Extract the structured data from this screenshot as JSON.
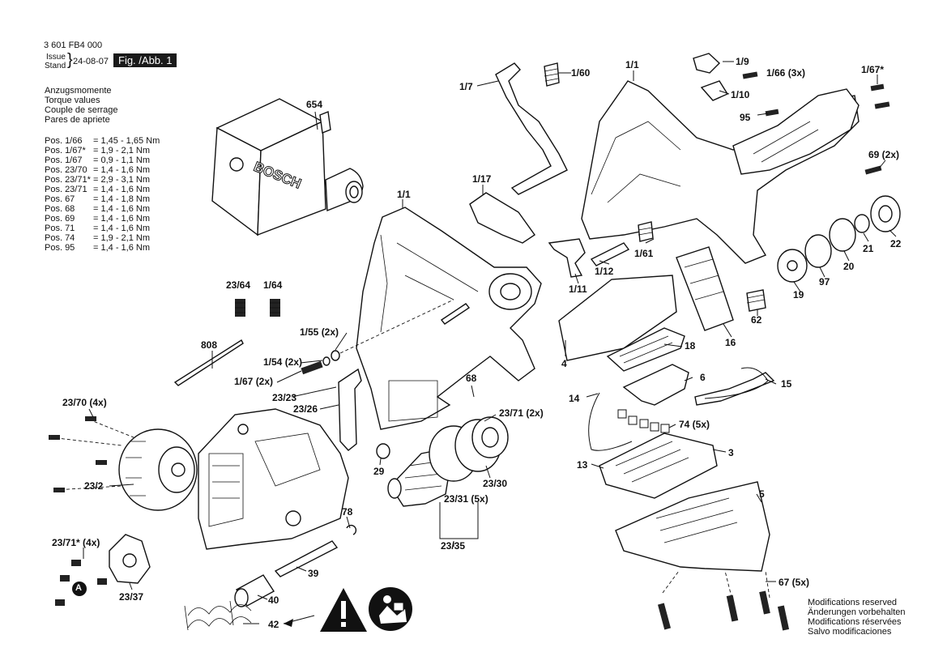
{
  "header": {
    "part_number": "3 601 FB4 000",
    "issue_label": "Issue",
    "stand_label": "Stand",
    "date": "24-08-07",
    "figure": "Fig. /Abb. 1"
  },
  "torque": {
    "titles": [
      "Anzugsmomente",
      "Torque values",
      "Couple de serrage",
      "Pares de apriete"
    ],
    "rows": [
      {
        "pos": "Pos. 1/66",
        "value": "= 1,45 - 1,65 Nm"
      },
      {
        "pos": "Pos. 1/67*",
        "value": "= 1,9 - 2,1 Nm"
      },
      {
        "pos": "Pos. 1/67",
        "value": "= 0,9 - 1,1 Nm"
      },
      {
        "pos": "Pos. 23/70",
        "value": "= 1,4 - 1,6 Nm"
      },
      {
        "pos": "Pos. 23/71*",
        "value": "= 2,9 - 3,1 Nm"
      },
      {
        "pos": "Pos. 23/71",
        "value": "= 1,4 - 1,6 Nm"
      },
      {
        "pos": "Pos. 67",
        "value": "= 1,4 - 1,8 Nm"
      },
      {
        "pos": "Pos. 68",
        "value": "= 1,4 - 1,6 Nm"
      },
      {
        "pos": "Pos. 69",
        "value": "= 1,4 - 1,6 Nm"
      },
      {
        "pos": "Pos. 71",
        "value": "= 1,4 - 1,6 Nm"
      },
      {
        "pos": "Pos. 74",
        "value": "= 1,9 - 2,1 Nm"
      },
      {
        "pos": "Pos. 95",
        "value": "= 1,4 - 1,6 Nm"
      }
    ]
  },
  "brand_on_part": "BOSCH",
  "callouts": {
    "c654": "654",
    "c1_7": "1/7",
    "c1_60": "1/60",
    "c1_1_top": "1/1",
    "c1_9": "1/9",
    "c1_66": "1/66 (3x)",
    "c1_67s": "1/67*",
    "c1_10": "1/10",
    "c95": "95",
    "c69": "69 (2x)",
    "c1_17": "1/17",
    "c1_1_mid": "1/1",
    "c22": "22",
    "c21": "21",
    "c20": "20",
    "c97": "97",
    "c19": "19",
    "c62": "62",
    "c1_61": "1/61",
    "c1_12": "1/12",
    "c1_11": "1/11",
    "c4": "4",
    "c18": "18",
    "c16": "16",
    "c23_64": "23/64",
    "c1_64": "1/64",
    "c1_55": "1/55 (2x)",
    "c808": "808",
    "c1_54": "1/54 (2x)",
    "c1_67_2x": "1/67 (2x)",
    "c23_23": "23/23",
    "c23_26": "23/26",
    "c68": "68",
    "c6": "6",
    "c15": "15",
    "c14": "14",
    "c23_71_2x": "23/71 (2x)",
    "c74": "74 (5x)",
    "c23_70": "23/70 (4x)",
    "c3": "3",
    "c13": "13",
    "c29": "29",
    "c23_30": "23/30",
    "c5": "5",
    "c23_2": "23/2",
    "c23_31": "23/31 (5x)",
    "c78": "78",
    "c23_35": "23/35",
    "c23_71s": "23/71* (4x)",
    "c39": "39",
    "c67": "67 (5x)",
    "c23_37": "23/37",
    "c40": "40",
    "c42": "42",
    "marker_a": "A"
  },
  "modifications": [
    "Modifications reserved",
    "Änderungen vorbehalten",
    "Modifications réservées",
    "Salvo modificaciones"
  ],
  "icons": [
    "warning-icon",
    "read-manual-icon"
  ]
}
